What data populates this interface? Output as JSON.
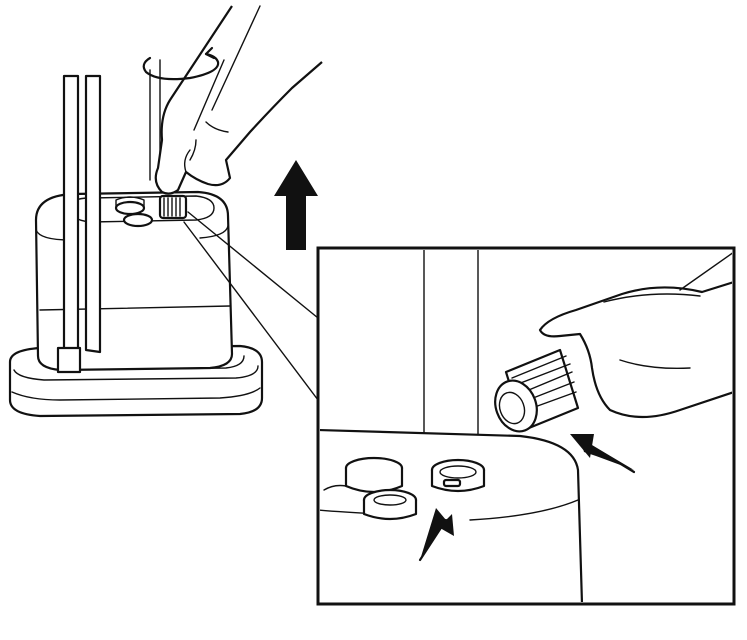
{
  "diagram": {
    "colors": {
      "line": "#111111",
      "background": "#ffffff",
      "arrow": "#111111"
    },
    "icons": [
      "rotate-arrow-icon",
      "up-arrow-icon",
      "pointer-arrow-icon"
    ],
    "parts": [
      "steamer-base",
      "pole",
      "water-tank",
      "tank-cap",
      "hand",
      "detail-inset"
    ]
  }
}
